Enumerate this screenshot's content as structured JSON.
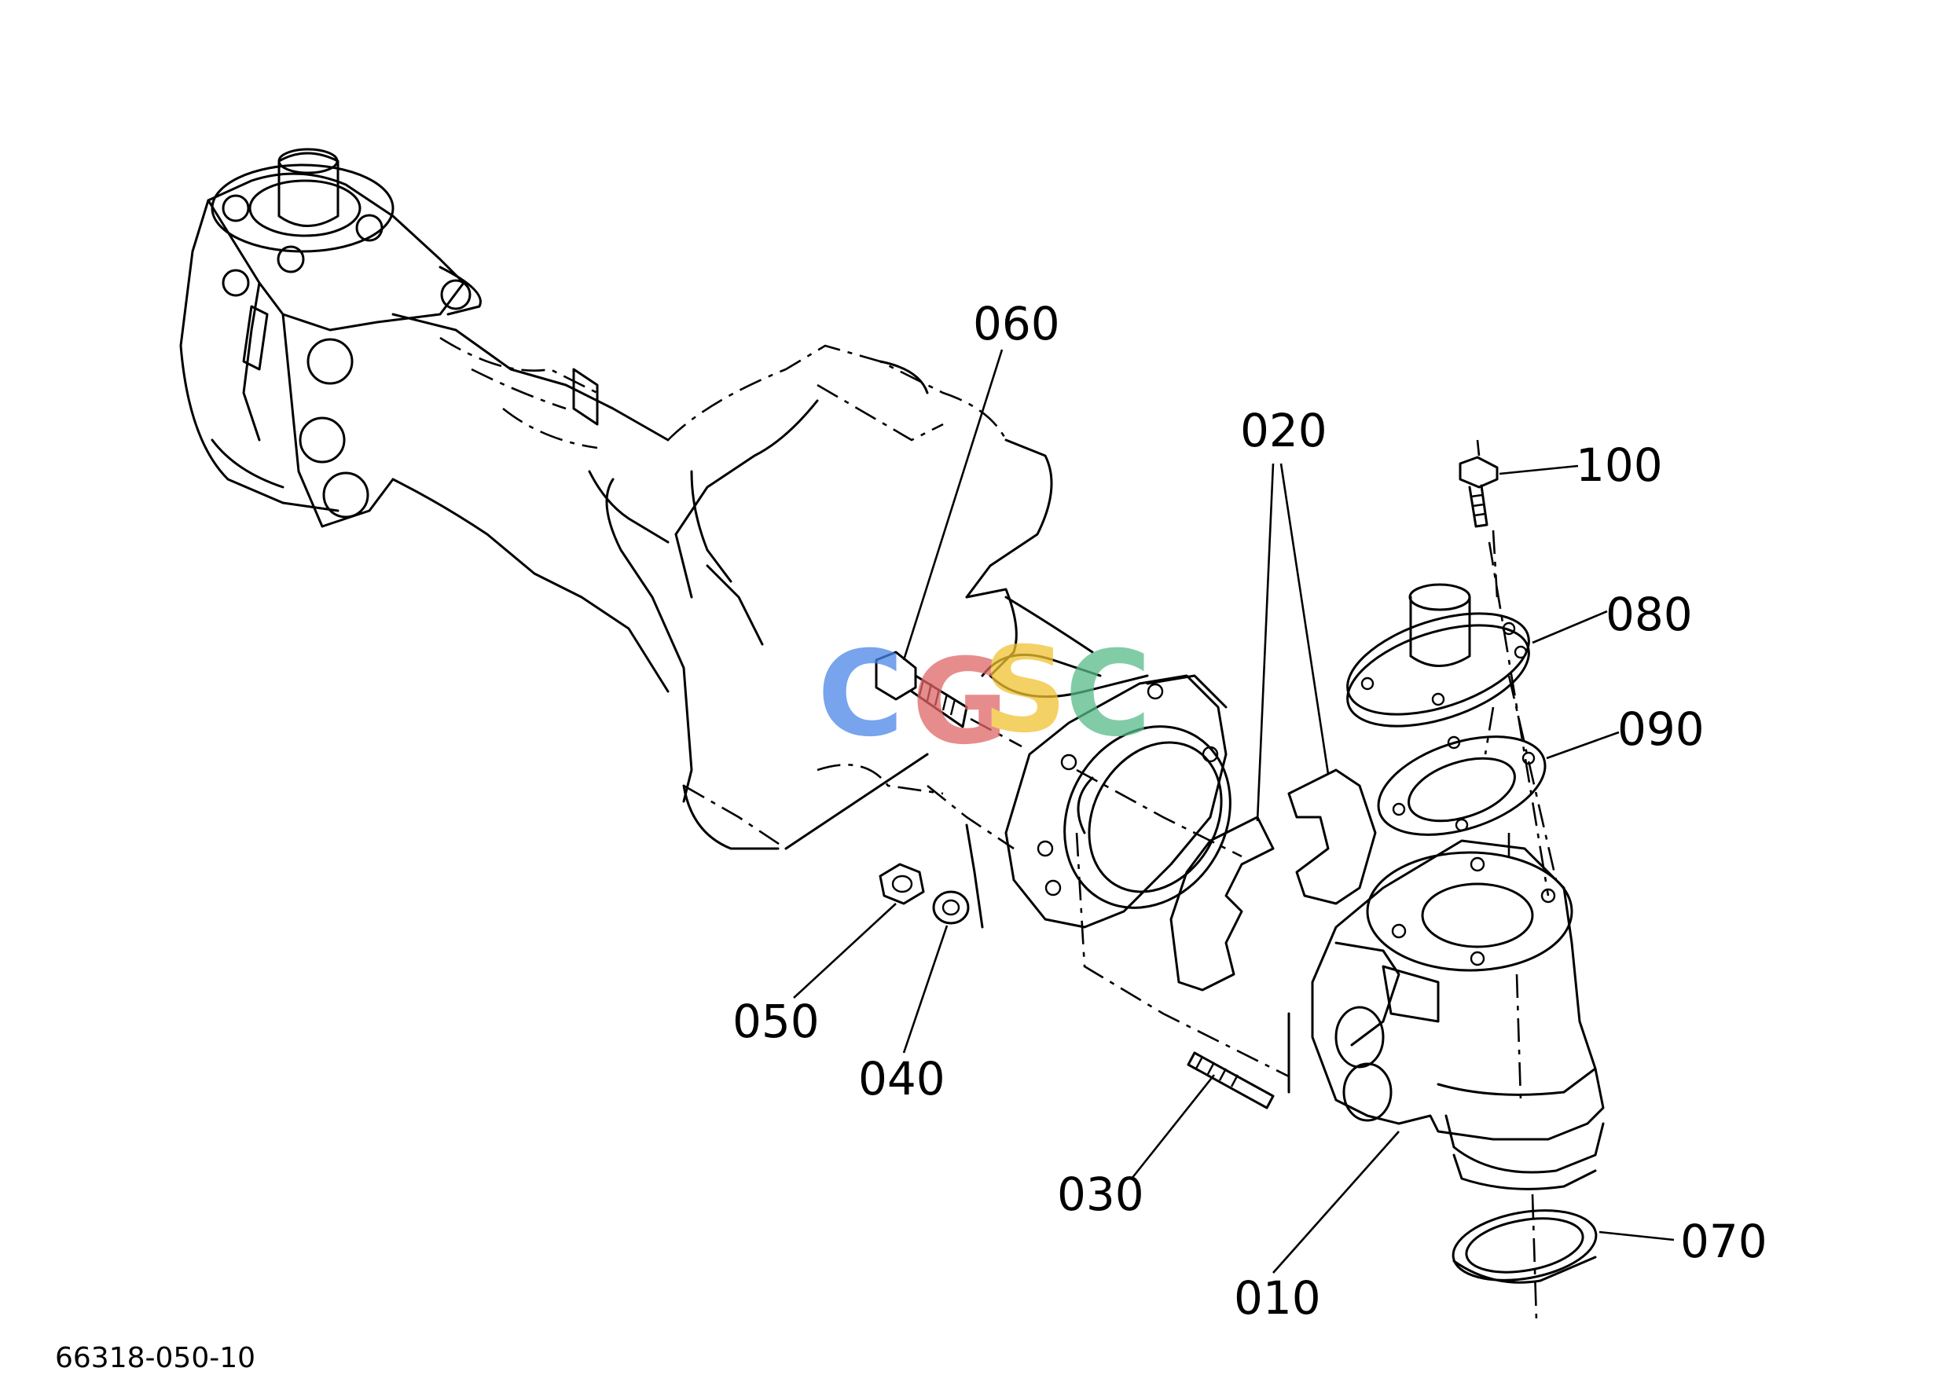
{
  "diagram": {
    "parts": [
      {
        "id": "p010",
        "label": "010"
      },
      {
        "id": "p020",
        "label": "020"
      },
      {
        "id": "p030",
        "label": "030"
      },
      {
        "id": "p040",
        "label": "040"
      },
      {
        "id": "p050",
        "label": "050"
      },
      {
        "id": "p060",
        "label": "060"
      },
      {
        "id": "p070",
        "label": "070"
      },
      {
        "id": "p080",
        "label": "080"
      },
      {
        "id": "p090",
        "label": "090"
      },
      {
        "id": "p100",
        "label": "100"
      }
    ],
    "drawing_code": "66318-050-10"
  },
  "watermark": {
    "letters": [
      "C",
      "G",
      "S",
      "C"
    ],
    "colors": [
      "#4a86e8",
      "#e06666",
      "#f1c232",
      "#57bb8a"
    ]
  }
}
